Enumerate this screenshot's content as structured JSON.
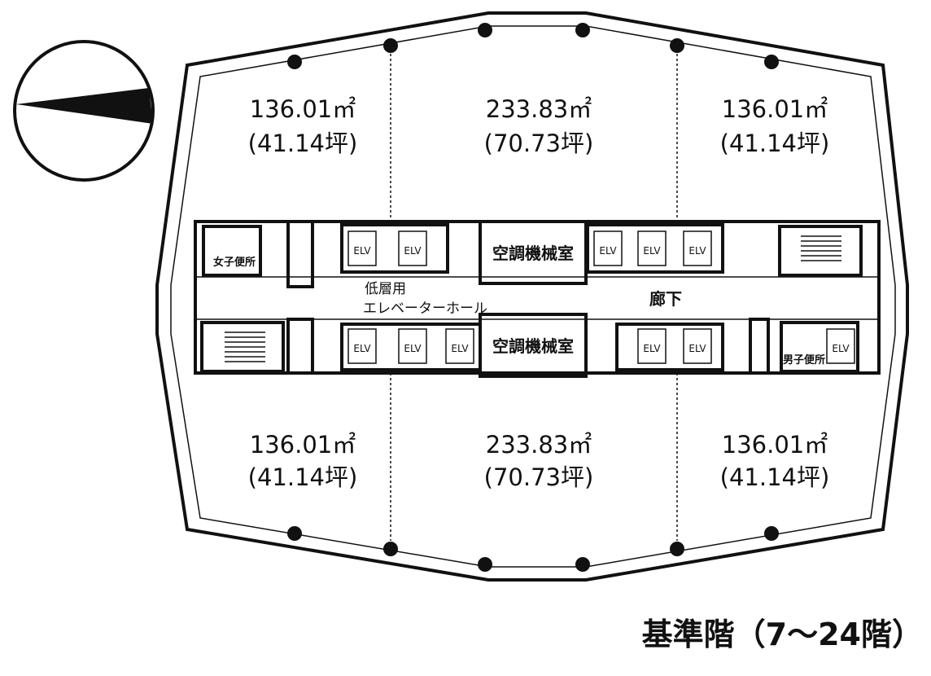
{
  "title": "基準階（7〜24階）",
  "compass": {
    "icon": "north-arrow-icon"
  },
  "areas": {
    "top_left": {
      "sqm": "136.01㎡",
      "tsubo": "(41.14坪)"
    },
    "top_center": {
      "sqm": "233.83㎡",
      "tsubo": "(70.73坪)"
    },
    "top_right": {
      "sqm": "136.01㎡",
      "tsubo": "(41.14坪)"
    },
    "bottom_left": {
      "sqm": "136.01㎡",
      "tsubo": "(41.14坪)"
    },
    "bottom_center": {
      "sqm": "233.83㎡",
      "tsubo": "(70.73坪)"
    },
    "bottom_right": {
      "sqm": "136.01㎡",
      "tsubo": "(41.14坪)"
    }
  },
  "rooms": {
    "ac_room_top": "空調機械室",
    "ac_room_bottom": "空調機械室",
    "womens_toilet": "女子便所",
    "mens_toilet": "男子便所",
    "corridor": "廊下",
    "low_rise_hall_line1": "低層用",
    "low_rise_hall_line2": "エレベーターホール"
  },
  "elevator_label": "ELV"
}
